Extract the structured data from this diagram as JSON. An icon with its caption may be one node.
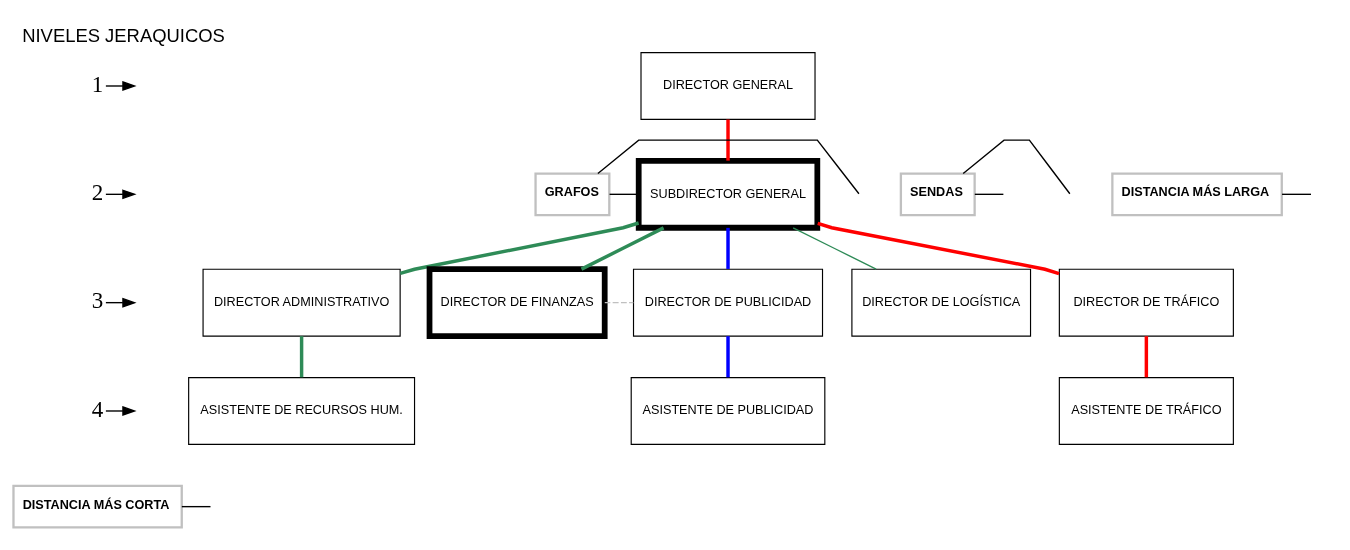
{
  "diagram": {
    "title": "NIVELES JERAQUICOS",
    "nodes": [
      {
        "text": [
          "DIRECTOR GENERAL"
        ]
      },
      {
        "text": [
          "SUBDIRECTOR GENERAL"
        ]
      },
      {
        "text": [
          "DIRECTOR ADMINISTRATIVO"
        ]
      },
      {
        "text": [
          "DIRECTOR DE FINANZAS"
        ]
      },
      {
        "text": [
          "DIRECTOR DE PUBLICIDAD"
        ]
      },
      {
        "text": [
          "DIRECTOR DE LOGÍSTICA"
        ]
      },
      {
        "text": [
          "DIRECTOR DE TRÁFICO"
        ]
      },
      {
        "text": [
          "ASISTENTE DE RECURSOS HUM."
        ]
      },
      {
        "text": [
          "ASISTENTE DE PUBLICIDAD"
        ]
      },
      {
        "text": [
          "ASISTENTE DE TRÁFICO"
        ]
      },
      {
        "text": [
          "SENDAS"
        ]
      },
      {
        "text": [
          "GRAFOS"
        ]
      },
      {
        "text": [
          "DISTANCIA MÁS LARGA"
        ]
      },
      {
        "text": [
          "DISTANCIA MÁS CORTA"
        ]
      },
      {
        "text": [
          "1"
        ]
      },
      {
        "text": [
          "2"
        ]
      },
      {
        "text": [
          "3"
        ]
      },
      {
        "text": [
          "4"
        ]
      }
    ],
    "edges": [
      {
        "from": 0,
        "to": 1,
        "arrow": "none",
        "style": "thick",
        "color": "#ff0000"
      },
      {
        "from": 1,
        "to": 2,
        "arrow": "none",
        "style": "thick",
        "color": "#2e8b57"
      },
      {
        "from": 1,
        "to": 3,
        "arrow": "none",
        "style": "thick",
        "color": "#2e8b57"
      },
      {
        "from": 3,
        "to": 4,
        "arrow": "none",
        "style": "dashed",
        "color": "#c0c0c0"
      },
      {
        "from": 1,
        "to": 4,
        "arrow": "none",
        "style": "thick",
        "color": "#0000ff"
      },
      {
        "from": 1,
        "to": 5,
        "arrow": "none",
        "color": "#2e8b57"
      },
      {
        "from": 1,
        "to": 6,
        "arrow": "none",
        "style": "thick",
        "color": "#ff0000"
      },
      {
        "from": 2,
        "to": 7,
        "arrow": "none",
        "style": "thick",
        "color": "#2e8b57"
      },
      {
        "from": 4,
        "to": 8,
        "arrow": "none",
        "style": "thick",
        "color": "#0000ff"
      },
      {
        "from": 6,
        "to": 9,
        "arrow": "none",
        "style": "thick",
        "color": "#ff0000"
      },
      {
        "from": 10,
        "to": null,
        "arrow": "none"
      },
      {
        "from": 10,
        "to": null,
        "arrow": "none"
      },
      {
        "from": 11,
        "to": 1,
        "arrow": "none"
      },
      {
        "from": 11,
        "to": null,
        "arrow": "none"
      },
      {
        "from": 12,
        "to": null,
        "arrow": "none"
      },
      {
        "from": 13,
        "to": null,
        "arrow": "none"
      },
      {
        "from": 14,
        "to": null,
        "arrow": "to"
      },
      {
        "from": 15,
        "to": null,
        "arrow": "to"
      },
      {
        "from": 16,
        "to": null,
        "arrow": "to"
      },
      {
        "from": 17,
        "to": null,
        "arrow": "to"
      }
    ]
  }
}
